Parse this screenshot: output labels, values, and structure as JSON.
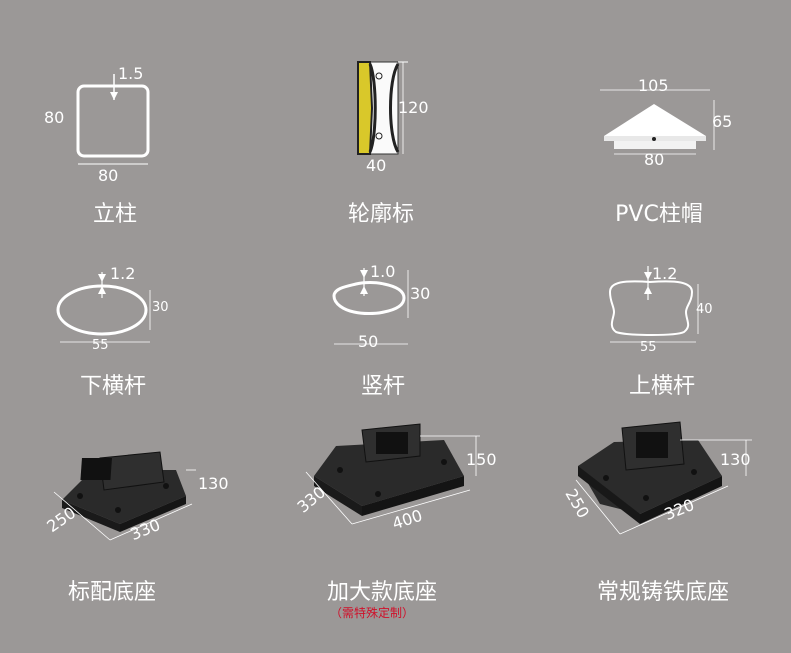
{
  "row1": {
    "post": {
      "caption": "立柱",
      "wall": "1.5",
      "height": "80",
      "width": "80"
    },
    "reflector": {
      "caption": "轮廓标",
      "height": "120",
      "width": "40"
    },
    "cap": {
      "caption": "PVC柱帽",
      "top": "105",
      "height": "65",
      "bottom": "80"
    }
  },
  "row2": {
    "lower_bar": {
      "caption": "下横杆",
      "wall": "1.2",
      "height": "30",
      "width": "55"
    },
    "vertical_bar": {
      "caption": "竖杆",
      "wall": "1.0",
      "height": "30",
      "width": "50"
    },
    "upper_bar": {
      "caption": "上横杆",
      "wall": "1.2",
      "height": "40",
      "width": "55"
    }
  },
  "row3": {
    "standard_base": {
      "caption": "标配底座",
      "height": "130",
      "depth": "250",
      "width": "330"
    },
    "large_base": {
      "caption": "加大款底座",
      "note": "（需特殊定制）",
      "height": "150",
      "depth": "330",
      "width": "400"
    },
    "iron_base": {
      "caption": "常规铸铁底座",
      "height": "130",
      "depth": "250",
      "width": "320"
    }
  },
  "colors": {
    "background": "#9b9897",
    "line": "#ffffff",
    "note": "#d0102a",
    "reflector_yellow": "#d9c82a"
  }
}
